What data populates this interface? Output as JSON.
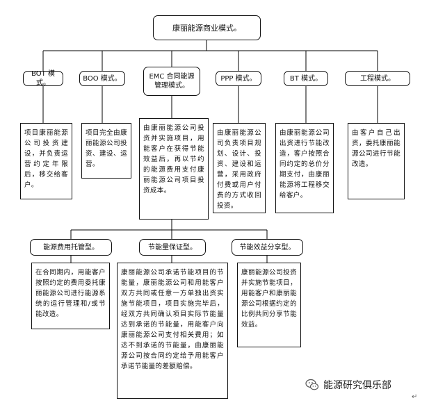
{
  "root": {
    "label": "<span class=\"sq\">康丽能源</span>商业模式。"
  },
  "models": [
    {
      "label": "BOT 模式。",
      "desc": "项目<span class=\"sq\">康丽能源</span>公司投资建设，并负责运营约定年限后，移交给客户。"
    },
    {
      "label": "BOO 模式。",
      "desc": "项目完全由<span class=\"sq\">康丽能源</span>公司投资、建设、运营。"
    },
    {
      "label": "EMC 合同能源管理模式。",
      "desc": "由<span class=\"sq\">康丽能源</span>公司投资并实施项目，用<span class=\"sq\">能客户</span>在获得节能效益后，再以节约的能源费用支付<span class=\"sq\">康丽能源</span>公司项目投资成本。"
    },
    {
      "label": "PPP 模式。",
      "desc": "由<span class=\"sq\">康丽能源</span>公司负责项目规划、设计、投资、建设和运营，采用政府付费或用户付费的方式收回投资。"
    },
    {
      "label": "BT 模式。",
      "desc": "由<span class=\"sq\">康丽能源</span>公司出资进行节能改造，客户按照合同约定的总价分期支付，由<span class=\"sq\">康丽能源</span>将工程移交给客户。"
    },
    {
      "label": "工程模式。",
      "desc": "由客户自己出资，委托<span class=\"sq\">康丽能源</span>公司进行节能改造。"
    }
  ],
  "emc_types": [
    {
      "label": "能源费用托管型。",
      "desc": "在合同期内，用<span class=\"sq\">能客户</span>按照约定的费用委托<span class=\"sq\">康丽能源</span>公司进行能源系统的运行管理和/或节能改造。"
    },
    {
      "label": "节能量<span class=\"sq\">保证型</span>。",
      "desc": "<span class=\"sq\">康丽能源</span>公司承诺节能项目的节能量，<span class=\"sq\">康丽能源</span>公司和用<span class=\"sq\">能客户</span>双方共同或任意一方单独出资实施节能项目，项目实施完毕后，经双方共同确认项目实际节能量达到承诺的节能量，用<span class=\"sq\">能客户</span>向<span class=\"sq\">康丽能源</span>公司支付相关费用；如达不到承诺的节能量，由<span class=\"sq\">康丽能源</span>公司按合同约定给予用<span class=\"sq\">能客户</span>承诺节能量的差额赔偿。"
    },
    {
      "label": "节能效益分享型。",
      "desc": "<span class=\"sq\">康丽能源</span>公司投资并实施节能项目，用<span class=\"sq\">能客户</span>和<span class=\"sq\">康丽能源</span>公司根据约定的比例共同分享节能效益。"
    }
  ],
  "watermark": {
    "icon": "wechat-icon",
    "text": "能源研究俱乐部"
  },
  "corner_mark": "↵"
}
